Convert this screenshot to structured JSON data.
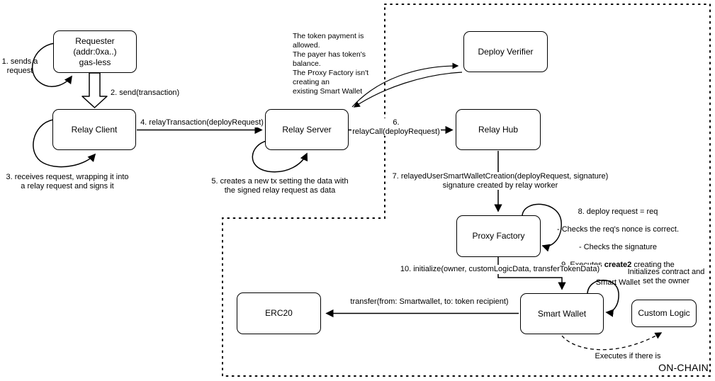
{
  "colors": {
    "ink": "#000000",
    "background": "#ffffff"
  },
  "nodes": {
    "requester": "Requester\n(addr:0xa..)\ngas-less",
    "relay_client": "Relay Client",
    "relay_server": "Relay Server",
    "deploy_verifier": "Deploy Verifier",
    "relay_hub": "Relay Hub",
    "proxy_factory": "Proxy Factory",
    "smart_wallet": "Smart Wallet",
    "custom_logic": "Custom Logic",
    "erc20": "ERC20"
  },
  "labels": {
    "step1": "1. sends a\nrequest",
    "step2": "2. send(transaction)",
    "step3": "3. receives request, wrapping it into\na relay request and signs it",
    "step4": "4. relayTransaction(deployRequest)",
    "step5": "5. creates a new tx setting the data with\nthe signed relay request as data",
    "verifier_note": "The token payment is allowed.\nThe payer has token's balance.\nThe Proxy Factory isn't creating an\nexisting Smart Wallet",
    "step6": "6. relayCall(deployRequest)",
    "step7": "7. relayedUserSmartWalletCreation(deployRequest, signature)\nsignature created by relay worker",
    "step8": {
      "l1": "8. deploy request = req",
      "l2": "- Checks the req's nonce is correct.",
      "l3": "- Checks the signature"
    },
    "step9": {
      "pre": "9. Executes ",
      "bold": "create2",
      "post": " creating the",
      "l2": "Smart Wallet"
    },
    "step10": "10. initialize(owner, customLogicData, transferTokenData)",
    "transfer": "transfer(from: Smartwallet, to: token recipient)",
    "init_note": "Initializes contract and\nset the owner",
    "executes_note": "Executes if there is",
    "onchain": "ON-CHAIN"
  }
}
